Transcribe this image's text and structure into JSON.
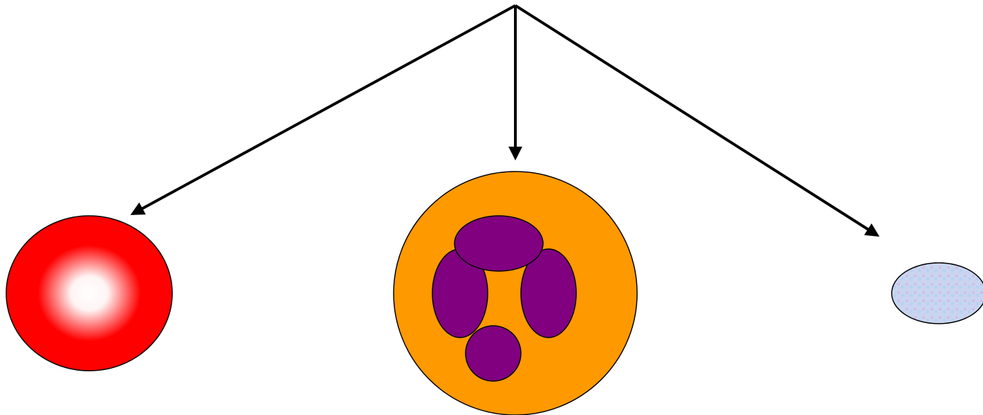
{
  "diagram": {
    "colors": {
      "arrow": "#000000",
      "red_cell_rim": "#ff0000",
      "red_cell_center": "#ffffff",
      "white_cell_cytoplasm": "#ff9900",
      "white_cell_nucleus": "#800080",
      "platelet_fill": "#c7d6f0",
      "platelet_speckle": "#d9b3e0",
      "outline": "#000000"
    },
    "nodes": [
      {
        "id": "red-blood-cell",
        "shape": "ellipse",
        "style": "radial-gradient red rim with white center"
      },
      {
        "id": "white-blood-cell",
        "shape": "circle",
        "style": "orange cytoplasm with purple multi-lobed nucleus",
        "nucleus_lobes": 4
      },
      {
        "id": "platelet",
        "shape": "ellipse",
        "style": "pale blue speckled"
      }
    ],
    "edges": [
      {
        "from": "top-origin",
        "to": "red-blood-cell"
      },
      {
        "from": "top-origin",
        "to": "white-blood-cell"
      },
      {
        "from": "top-origin",
        "to": "platelet"
      }
    ]
  }
}
